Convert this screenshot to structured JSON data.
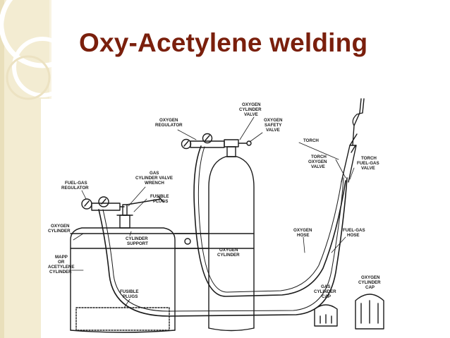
{
  "slide": {
    "title": "Oxy-Acetylene welding"
  },
  "diagram": {
    "labels": {
      "oxygen_cylinder_valve": [
        "OXYGEN",
        "CYLINDER",
        "VALVE"
      ],
      "oxygen_regulator": [
        "OXYGEN",
        "REGULATOR"
      ],
      "oxygen_safety_valve": [
        "OXYGEN",
        "SAFETY",
        "VALVE"
      ],
      "gas_cylinder_valve_wrench": [
        "GAS",
        "CYLINDER VALVE",
        "WRENCH"
      ],
      "fuel_gas_regulator": [
        "FUEL-GAS",
        "REGULATOR"
      ],
      "fusible_plugs_top": [
        "FUSIBLE",
        "PLUGS"
      ],
      "oxygen_cylinder_left": [
        "OXYGEN",
        "CYLINDER"
      ],
      "cylinder_support": [
        "CYLINDER",
        "SUPPORT"
      ],
      "mapp_acetylene_cylinder": [
        "MAPP",
        "OR",
        "ACETYLENE",
        "CYLINDER"
      ],
      "oxygen_cylinder_center": [
        "OXYGEN",
        "CYLINDER"
      ],
      "fusible_plugs_bottom": [
        "FUSIBLE",
        "PLUGS"
      ],
      "torch": [
        "TORCH"
      ],
      "torch_oxygen_valve": [
        "TORCH",
        "OXYGEN",
        "VALVE"
      ],
      "torch_fuel_gas_valve": [
        "TORCH",
        "FUEL-GAS",
        "VALVE"
      ],
      "oxygen_hose": [
        "OXYGEN",
        "HOSE"
      ],
      "fuel_gas_hose": [
        "FUEL-GAS",
        "HOSE"
      ],
      "gas_cylinder_cap": [
        "GAS",
        "CYLINDER",
        "CAP"
      ],
      "oxygen_cylinder_cap": [
        "OXYGEN",
        "CYLINDER",
        "CAP"
      ]
    },
    "colors": {
      "title": "#7a1f0c",
      "line": "#1a1a1a",
      "deco_panel": "#f3ecd2",
      "deco_stripe": "#e9dfbb"
    }
  }
}
